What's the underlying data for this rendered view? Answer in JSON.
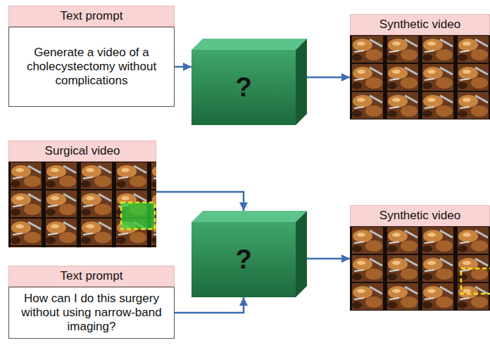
{
  "diagram": {
    "nodes": [
      {
        "text": [
          "Text prompt",
          "Generate a video of a cholecystectomy without complications"
        ]
      },
      {
        "text": [
          "?"
        ]
      },
      {
        "text": [
          "Synthetic video"
        ]
      },
      {
        "text": [
          "Surgical video"
        ]
      },
      {
        "text": [
          "Text prompt",
          "How can I do this surgery without using narrow-band imaging?"
        ]
      },
      {
        "text": [
          "?"
        ]
      },
      {
        "text": [
          "Synthetic video"
        ]
      }
    ],
    "edges": [
      {
        "from": 0,
        "to": 1,
        "arrow": "to"
      },
      {
        "from": 1,
        "to": 2,
        "arrow": "to"
      },
      {
        "from": 3,
        "to": 5,
        "arrow": "to"
      },
      {
        "from": 4,
        "to": 5,
        "arrow": "to"
      },
      {
        "from": 5,
        "to": 6,
        "arrow": "to"
      }
    ]
  }
}
